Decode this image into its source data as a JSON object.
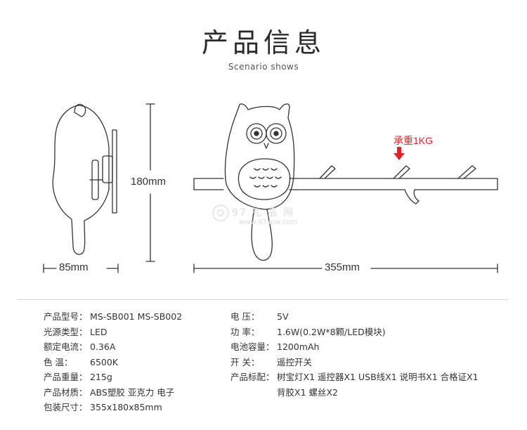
{
  "header": {
    "title": "产品信息",
    "subtitle": "Scenario shows"
  },
  "dimensions": {
    "width": "85mm",
    "height": "180mm",
    "length": "355mm",
    "load": "承重1KG"
  },
  "watermark": {
    "main": "97 礼 品 网",
    "sub": "www.97lipw.com"
  },
  "specs_left": [
    {
      "label": "产品型号：",
      "value": "MS-SB001  MS-SB002"
    },
    {
      "label": "光源类型：",
      "value": "LED"
    },
    {
      "label": "额定电流：",
      "value": "0.36A"
    },
    {
      "label": "色    温：",
      "value": "6500K"
    },
    {
      "label": "产品重量：",
      "value": "215g"
    },
    {
      "label": "产品材质：",
      "value": "ABS塑胶  亚克力  电子"
    },
    {
      "label": "包装尺寸：",
      "value": "355x180x85mm"
    }
  ],
  "specs_right": [
    {
      "label": "电    压：",
      "value": "5V"
    },
    {
      "label": "功    率：",
      "value": "1.6W(0.2W*8颗/LED模块)"
    },
    {
      "label": "电池容量：",
      "value": "1200mAh"
    },
    {
      "label": "开    关：",
      "value": "遥控开关"
    },
    {
      "label": "产品标配：",
      "value": "树宝灯X1  遥控器X1  USB线X1  说明书X1  合格证X1"
    },
    {
      "label": "",
      "value": "背胶X1  螺丝X2"
    }
  ],
  "colors": {
    "line": "#333333",
    "accent": "#e0232b"
  }
}
